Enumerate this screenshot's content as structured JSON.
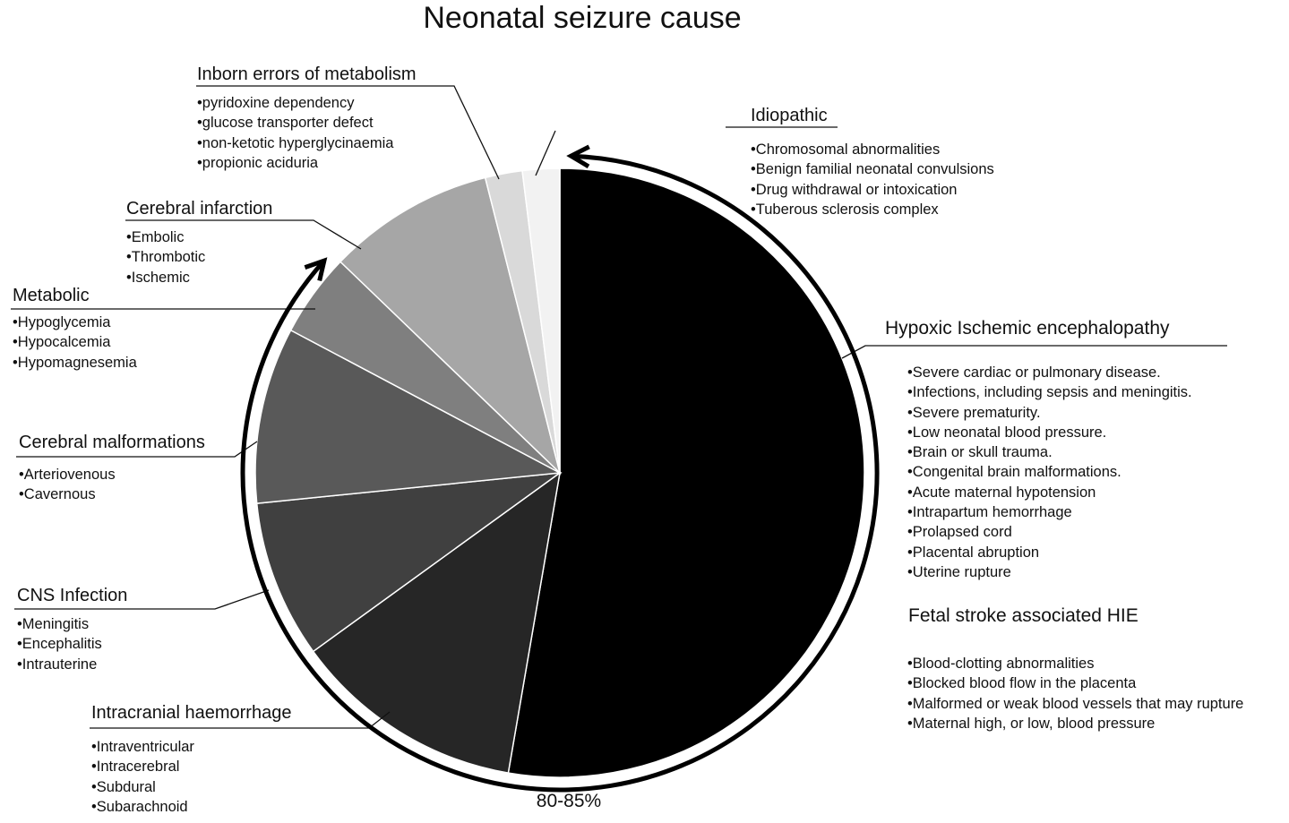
{
  "chart_data": {
    "type": "pie",
    "title": "Neonatal seizure cause",
    "bracket_label": "80-85%",
    "slices": [
      {
        "name": "Hypoxic Ischemic encephalopathy",
        "value": 53.5,
        "color": "#000000",
        "items": [
          "Severe cardiac or pulmonary disease.",
          "Infections, including sepsis and meningitis.",
          "Severe prematurity.",
          "Low neonatal blood pressure.",
          "Brain or skull trauma.",
          "Congenital brain malformations.",
          "Acute maternal hypotension",
          "Intrapartum hemorrhage",
          "Prolapsed cord",
          "Placental abruption",
          "Uterine rupture"
        ],
        "subheading": "Fetal stroke associated HIE",
        "subitems": [
          "Blood-clotting abnormalities",
          "Blocked blood flow in the placenta",
          "Malformed or weak blood vessels that may rupture",
          "Maternal high, or low, blood pressure"
        ]
      },
      {
        "name": "Intracranial haemorrhage",
        "value": 12.5,
        "color": "#262626",
        "items": [
          "Intraventricular",
          "Intracerebral",
          "Subdural",
          "Subarachnoid"
        ]
      },
      {
        "name": "CNS Infection",
        "value": 8.5,
        "color": "#404040",
        "items": [
          "Meningitis",
          "Encephalitis",
          "Intrauterine"
        ]
      },
      {
        "name": "Cerebral malformations",
        "value": 9.5,
        "color": "#595959",
        "items": [
          "Arteriovenous",
          "Cavernous"
        ]
      },
      {
        "name": "Metabolic",
        "value": 4.5,
        "color": "#7f7f7f",
        "items": [
          "Hypoglycemia",
          "Hypocalcemia",
          "Hypomagnesemia"
        ]
      },
      {
        "name": "Cerebral infarction",
        "value": 9.0,
        "color": "#a6a6a6",
        "items": [
          "Embolic",
          "Thrombotic",
          "Ischemic"
        ]
      },
      {
        "name": "Inborn errors of metabolism",
        "value": 2.0,
        "color": "#d9d9d9",
        "items": [
          "pyridoxine dependency",
          "glucose transporter defect",
          "non-ketotic hyperglycinaemia",
          "propionic aciduria"
        ]
      },
      {
        "name": "Idiopathic",
        "value": 2.0,
        "color": "#f2f2f2",
        "items": [
          "Chromosomal abnormalities",
          "Benign familial neonatal convulsions",
          "Drug withdrawal or intoxication",
          "Tuberous sclerosis complex"
        ]
      }
    ]
  }
}
